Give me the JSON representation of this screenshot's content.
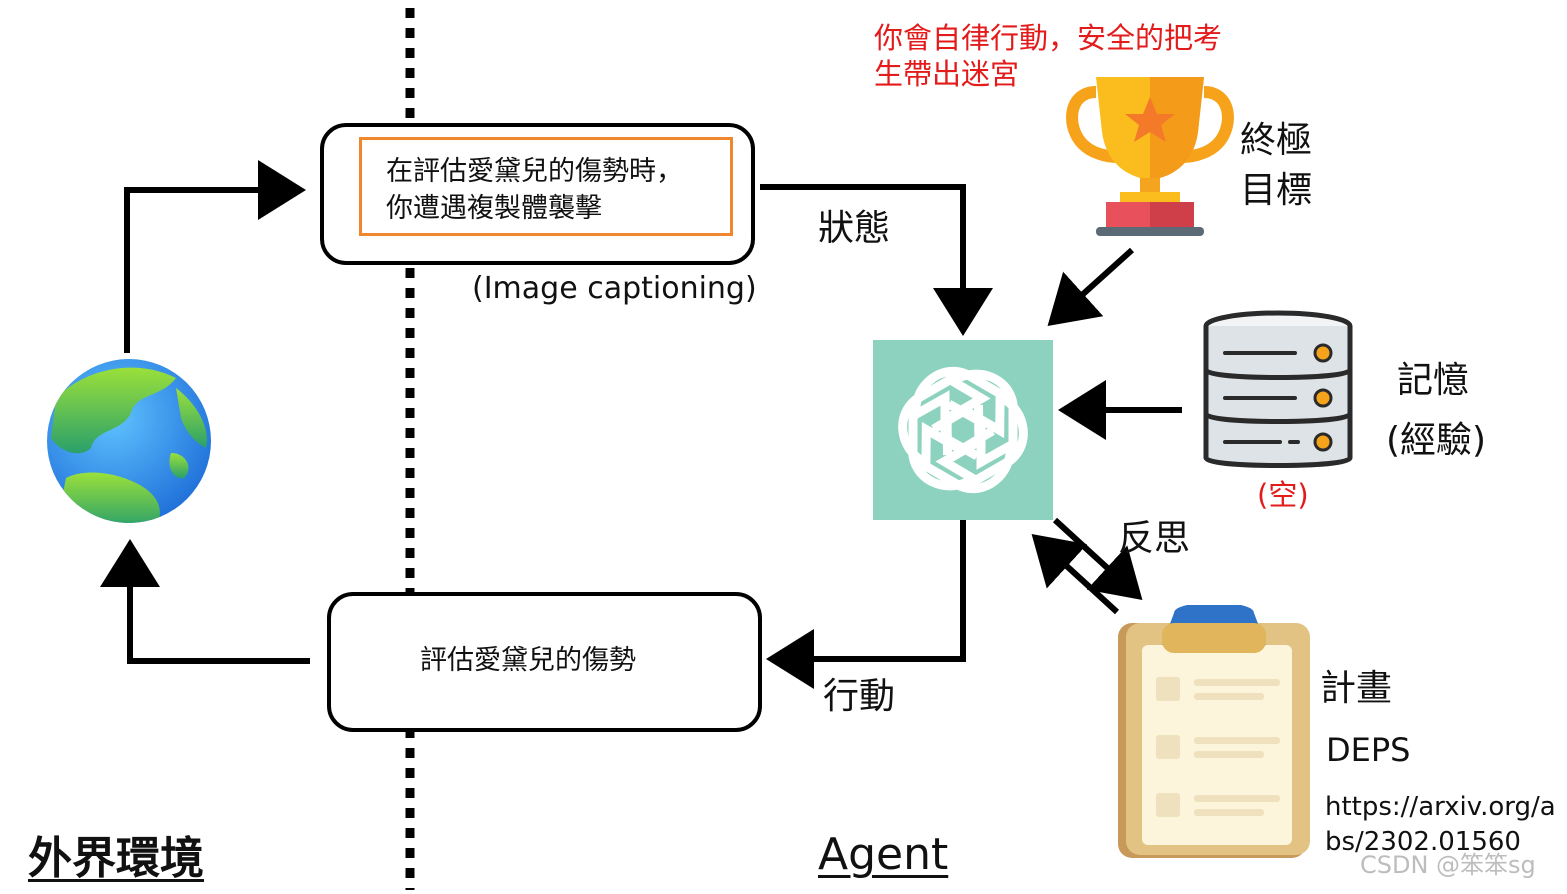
{
  "environment": {
    "title": "外界環境",
    "observation_caption_line1": "在評估愛黛兒的傷勢時，",
    "observation_caption_line2": "你遭遇複製體襲擊",
    "captioning_method": "(Image captioning)",
    "action_text": "評估愛黛兒的傷勢"
  },
  "agent": {
    "title": "Agent",
    "state_label": "狀態",
    "action_label": "行動",
    "reflection_label": "反思"
  },
  "goal": {
    "note_line1": "你會自律行動，安全的把考",
    "note_line2": "生帶出迷宮",
    "label_line1": "終極",
    "label_line2": "目標"
  },
  "memory": {
    "label_line1": "記憶",
    "label_line2": "(經驗)",
    "status": "(空)"
  },
  "plan": {
    "label": "計畫",
    "method": "DEPS",
    "link_line1": "https://arxiv.org/a",
    "link_line2": "bs/2302.01560"
  },
  "watermark": "CSDN @笨笨sg",
  "colors": {
    "highlight_orange": "#f0862d",
    "note_red": "#e31b1b",
    "agent_green": "#8cd2be",
    "earth_blue": "#2a8de0",
    "earth_green": "#6ccf3a"
  },
  "icons": [
    "earth-icon",
    "openai-logo-icon",
    "trophy-icon",
    "database-icon",
    "clipboard-icon"
  ]
}
